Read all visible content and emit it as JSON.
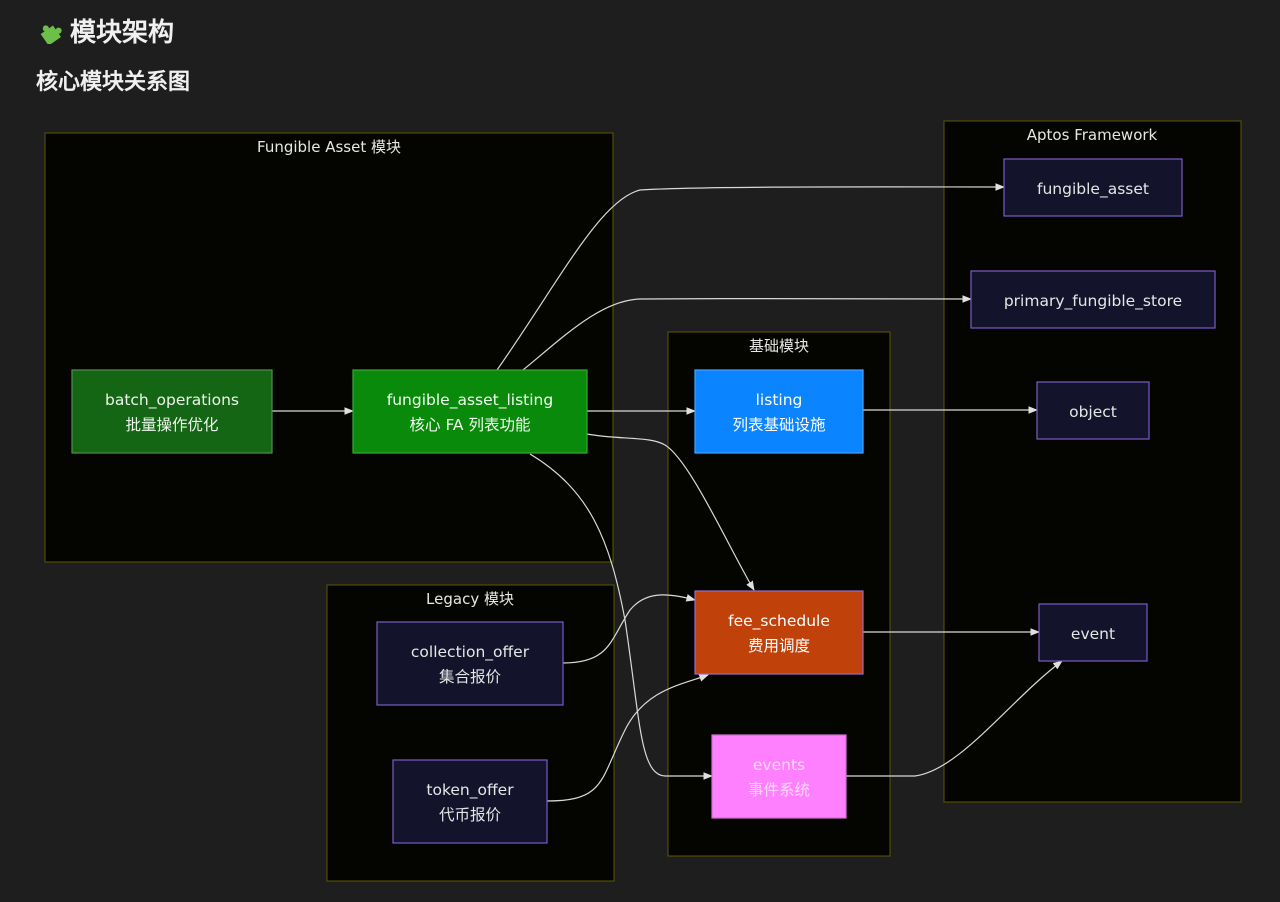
{
  "heading": {
    "icon": "puzzle-icon",
    "title": "模块架构"
  },
  "subheading": "核心模块关系图",
  "clusters": {
    "fa": {
      "title": "Fungible Asset 模块"
    },
    "legacy": {
      "title": "Legacy 模块"
    },
    "base": {
      "title": "基础模块"
    },
    "aptos": {
      "title": "Aptos Framework"
    }
  },
  "nodes": {
    "batch_operations": {
      "line1": "batch_operations",
      "line2": "批量操作优化",
      "fill": "#146614",
      "stroke": "#4f8f4f",
      "text": "#ecf5ec"
    },
    "fungible_asset_listing": {
      "line1": "fungible_asset_listing",
      "line2": "核心 FA 列表功能",
      "fill": "#0a8a0a",
      "stroke": "#3aa83a",
      "text": "#f2fff2"
    },
    "listing": {
      "line1": "listing",
      "line2": "列表基础设施",
      "fill": "#0a84ff",
      "stroke": "#4aa3ff",
      "text": "#ffffff"
    },
    "fee_schedule": {
      "line1": "fee_schedule",
      "line2": "费用调度",
      "fill": "#c0410a",
      "stroke": "#9a6acb",
      "text": "#ffffff"
    },
    "events": {
      "line1": "events",
      "line2": "事件系统",
      "fill": "#ff80ff",
      "stroke": "#d070d0",
      "text": "#ffd8ff"
    },
    "collection_offer": {
      "line1": "collection_offer",
      "line2": "集合报价",
      "fill": "#13132b",
      "stroke": "#7a5cc7",
      "text": "#e6e6e6"
    },
    "token_offer": {
      "line1": "token_offer",
      "line2": "代币报价",
      "fill": "#13132b",
      "stroke": "#7a5cc7",
      "text": "#e6e6e6"
    },
    "fungible_asset": {
      "line1": "fungible_asset",
      "fill": "#13132b",
      "stroke": "#7a5cc7",
      "text": "#e6e6e6"
    },
    "primary_fungible_store": {
      "line1": "primary_fungible_store",
      "fill": "#13132b",
      "stroke": "#7a5cc7",
      "text": "#e6e6e6"
    },
    "object": {
      "line1": "object",
      "fill": "#13132b",
      "stroke": "#7a5cc7",
      "text": "#e6e6e6"
    },
    "event": {
      "line1": "event",
      "fill": "#13132b",
      "stroke": "#7a5cc7",
      "text": "#e6e6e6"
    }
  },
  "edges": [
    {
      "from": "batch_operations",
      "to": "fungible_asset_listing"
    },
    {
      "from": "fungible_asset_listing",
      "to": "listing"
    },
    {
      "from": "fungible_asset_listing",
      "to": "fungible_asset"
    },
    {
      "from": "fungible_asset_listing",
      "to": "primary_fungible_store"
    },
    {
      "from": "fungible_asset_listing",
      "to": "fee_schedule"
    },
    {
      "from": "fungible_asset_listing",
      "to": "events"
    },
    {
      "from": "listing",
      "to": "object"
    },
    {
      "from": "collection_offer",
      "to": "fee_schedule"
    },
    {
      "from": "token_offer",
      "to": "fee_schedule"
    },
    {
      "from": "fee_schedule",
      "to": "event"
    },
    {
      "from": "events",
      "to": "event"
    }
  ]
}
